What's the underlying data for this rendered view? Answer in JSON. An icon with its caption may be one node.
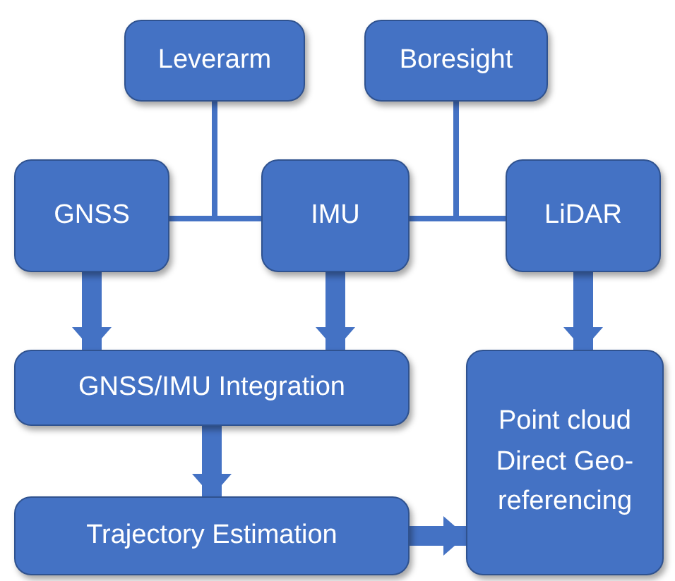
{
  "diagram": {
    "nodes": [
      {
        "text": [
          "Leverarm"
        ]
      },
      {
        "text": [
          "Boresight"
        ]
      },
      {
        "text": [
          "GNSS"
        ]
      },
      {
        "text": [
          "IMU"
        ]
      },
      {
        "text": [
          "LiDAR"
        ]
      },
      {
        "text": [
          "GNSS/IMU Integration"
        ]
      },
      {
        "text": [
          "Point cloud Direct Geo-referencing"
        ]
      },
      {
        "text": [
          "Trajectory Estimation"
        ]
      }
    ],
    "edges": [
      {
        "from": 0,
        "to": 2,
        "arrow": "none"
      },
      {
        "from": 0,
        "to": 3,
        "arrow": "none"
      },
      {
        "from": 1,
        "to": 3,
        "arrow": "none"
      },
      {
        "from": 1,
        "to": 4,
        "arrow": "none"
      },
      {
        "from": 2,
        "to": 5,
        "arrow": "to"
      },
      {
        "from": 3,
        "to": 5,
        "arrow": "to"
      },
      {
        "from": 4,
        "to": 6,
        "arrow": "to"
      },
      {
        "from": 5,
        "to": 7,
        "arrow": "to"
      },
      {
        "from": 7,
        "to": 6,
        "arrow": "to"
      }
    ]
  }
}
